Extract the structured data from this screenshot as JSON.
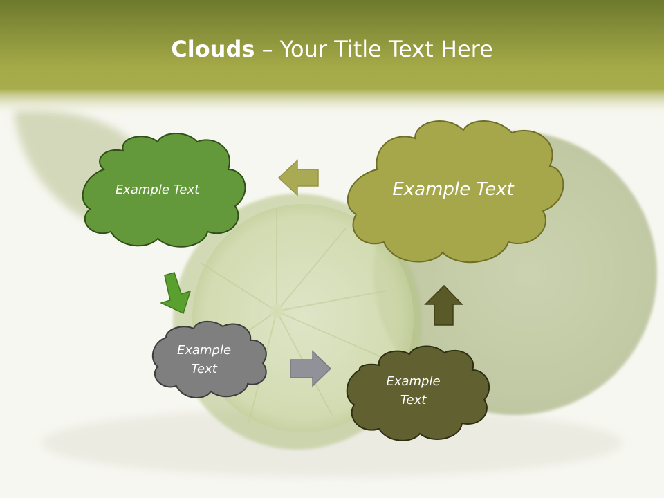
{
  "slide": {
    "title_bold": "Clouds",
    "title_dash": " – ",
    "title_rest": "Your Title Text Here"
  },
  "colors": {
    "header_top": "#6e7a2e",
    "header_bottom": "#a7ac4a",
    "cloud_green": "#62993a",
    "cloud_olive": "#a6a64a",
    "cloud_gray": "#7f7f7f",
    "cloud_dark_olive": "#5f6030",
    "arrow_green": "#5aa02e",
    "arrow_olive": "#9b9b40",
    "arrow_gray": "#8a8a96",
    "arrow_dark": "#5a5a28"
  },
  "clouds": [
    {
      "id": "green",
      "text": "Example Text"
    },
    {
      "id": "olive",
      "text": "Example Text"
    },
    {
      "id": "gray",
      "line1": "Example",
      "line2": "Text"
    },
    {
      "id": "dark-olive",
      "line1": "Example",
      "line2": "Text"
    }
  ],
  "arrows": [
    {
      "id": "olive-to-green",
      "direction": "left"
    },
    {
      "id": "green-to-gray",
      "direction": "down-right"
    },
    {
      "id": "gray-to-dark",
      "direction": "right"
    },
    {
      "id": "dark-to-olive",
      "direction": "up"
    }
  ]
}
